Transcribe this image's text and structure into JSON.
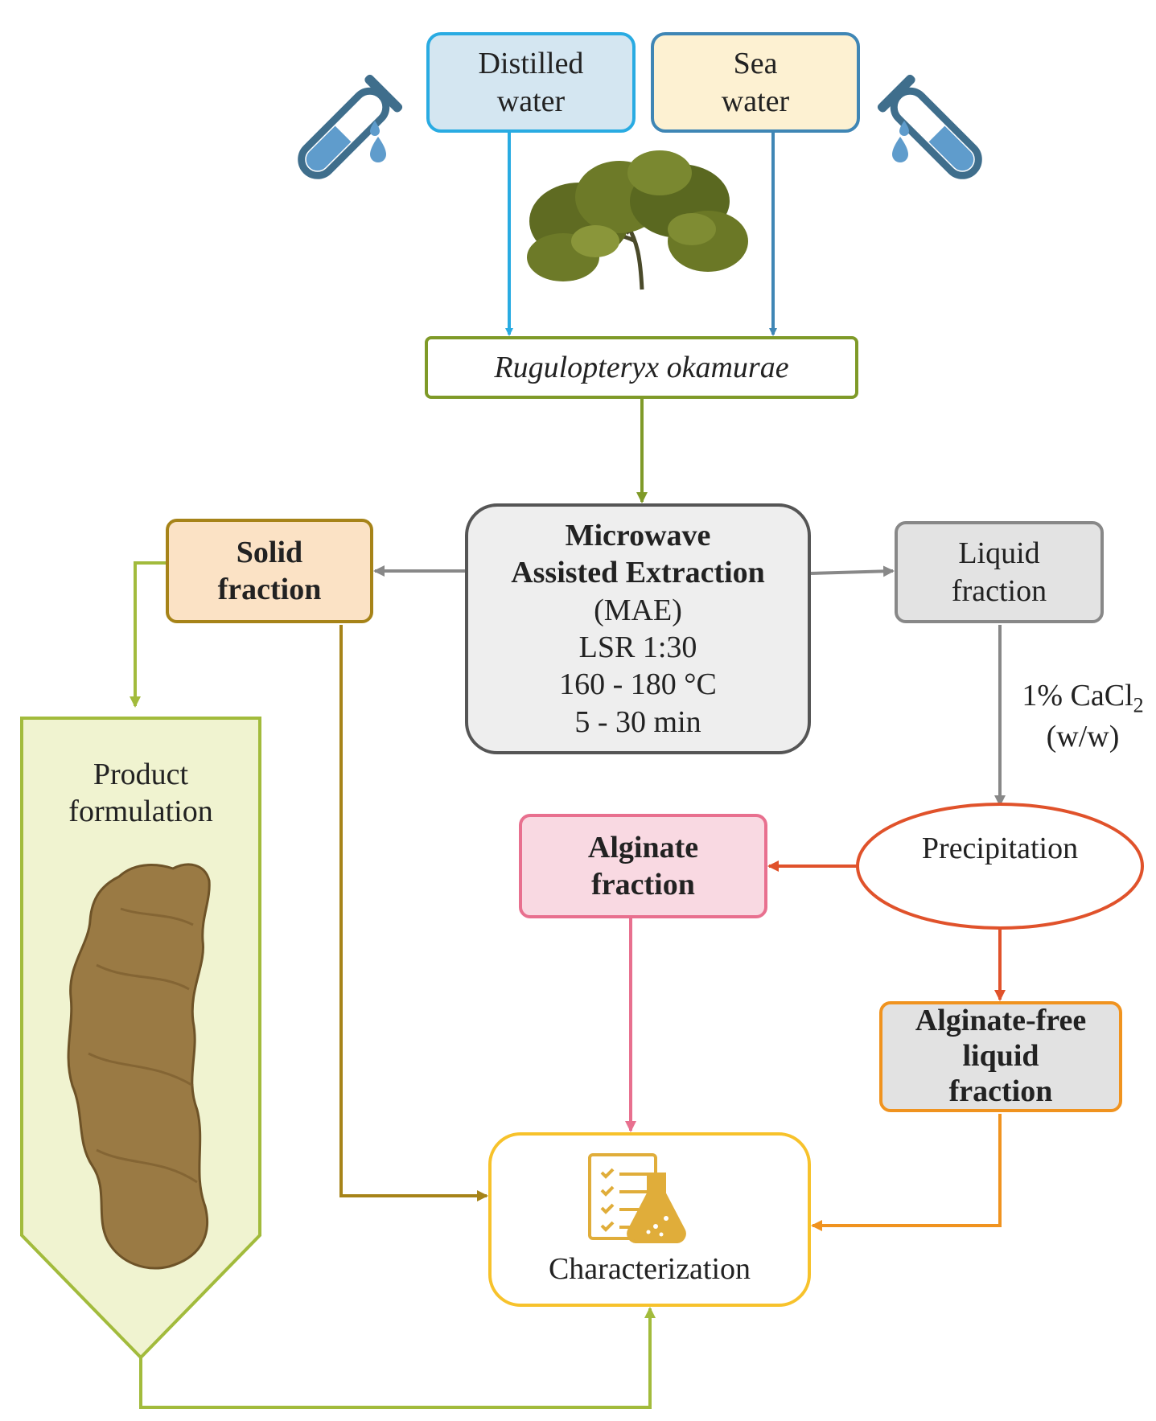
{
  "colors": {
    "distilled_border": "#29abe2",
    "distilled_fill": "#d4e6f1",
    "sea_border": "#3f86b5",
    "sea_fill": "#fdf1d2",
    "species_border": "#7f9a28",
    "solid_border": "#a68318",
    "solid_fill": "#fbe2c5",
    "mae_border": "#555555",
    "mae_fill": "#eeeeee",
    "liquid_border": "#888888",
    "liquid_fill": "#e3e3e3",
    "precip_border": "#e0522b",
    "alginate_border": "#e8708f",
    "alginate_fill": "#f9d9e2",
    "free_border": "#f0931f",
    "free_fill": "#e2e2e2",
    "char_border": "#f7c22b",
    "product_border": "#a2bb3c",
    "product_fill": "#f0f3d0"
  },
  "nodes": {
    "distilled_water": [
      "Distilled",
      "water"
    ],
    "sea_water": [
      "Sea",
      "water"
    ],
    "species": "Rugulopteryx okamurae",
    "mae_title": [
      "Microwave",
      "Assisted Extraction"
    ],
    "mae_params": [
      "(MAE)",
      "LSR 1:30",
      "160 - 180 °C",
      "5 - 30 min"
    ],
    "solid_fraction": [
      "Solid",
      "fraction"
    ],
    "liquid_fraction": [
      "Liquid",
      "fraction"
    ],
    "precipitation": "Precipitation",
    "alginate_fraction": [
      "Alginate",
      "fraction"
    ],
    "alginate_free": [
      "Alginate-free",
      "liquid",
      "fraction"
    ],
    "characterization": "Characterization",
    "product_formulation": [
      "Product",
      "formulation"
    ]
  },
  "edge_labels": {
    "cacl2_main": "1% CaCl",
    "cacl2_sub": "2",
    "cacl2_unit": "(w/w)"
  },
  "icons": [
    "test-tube-icon",
    "seaweed-image",
    "checklist-flask-icon",
    "dried-seaweed-sheet-image"
  ]
}
